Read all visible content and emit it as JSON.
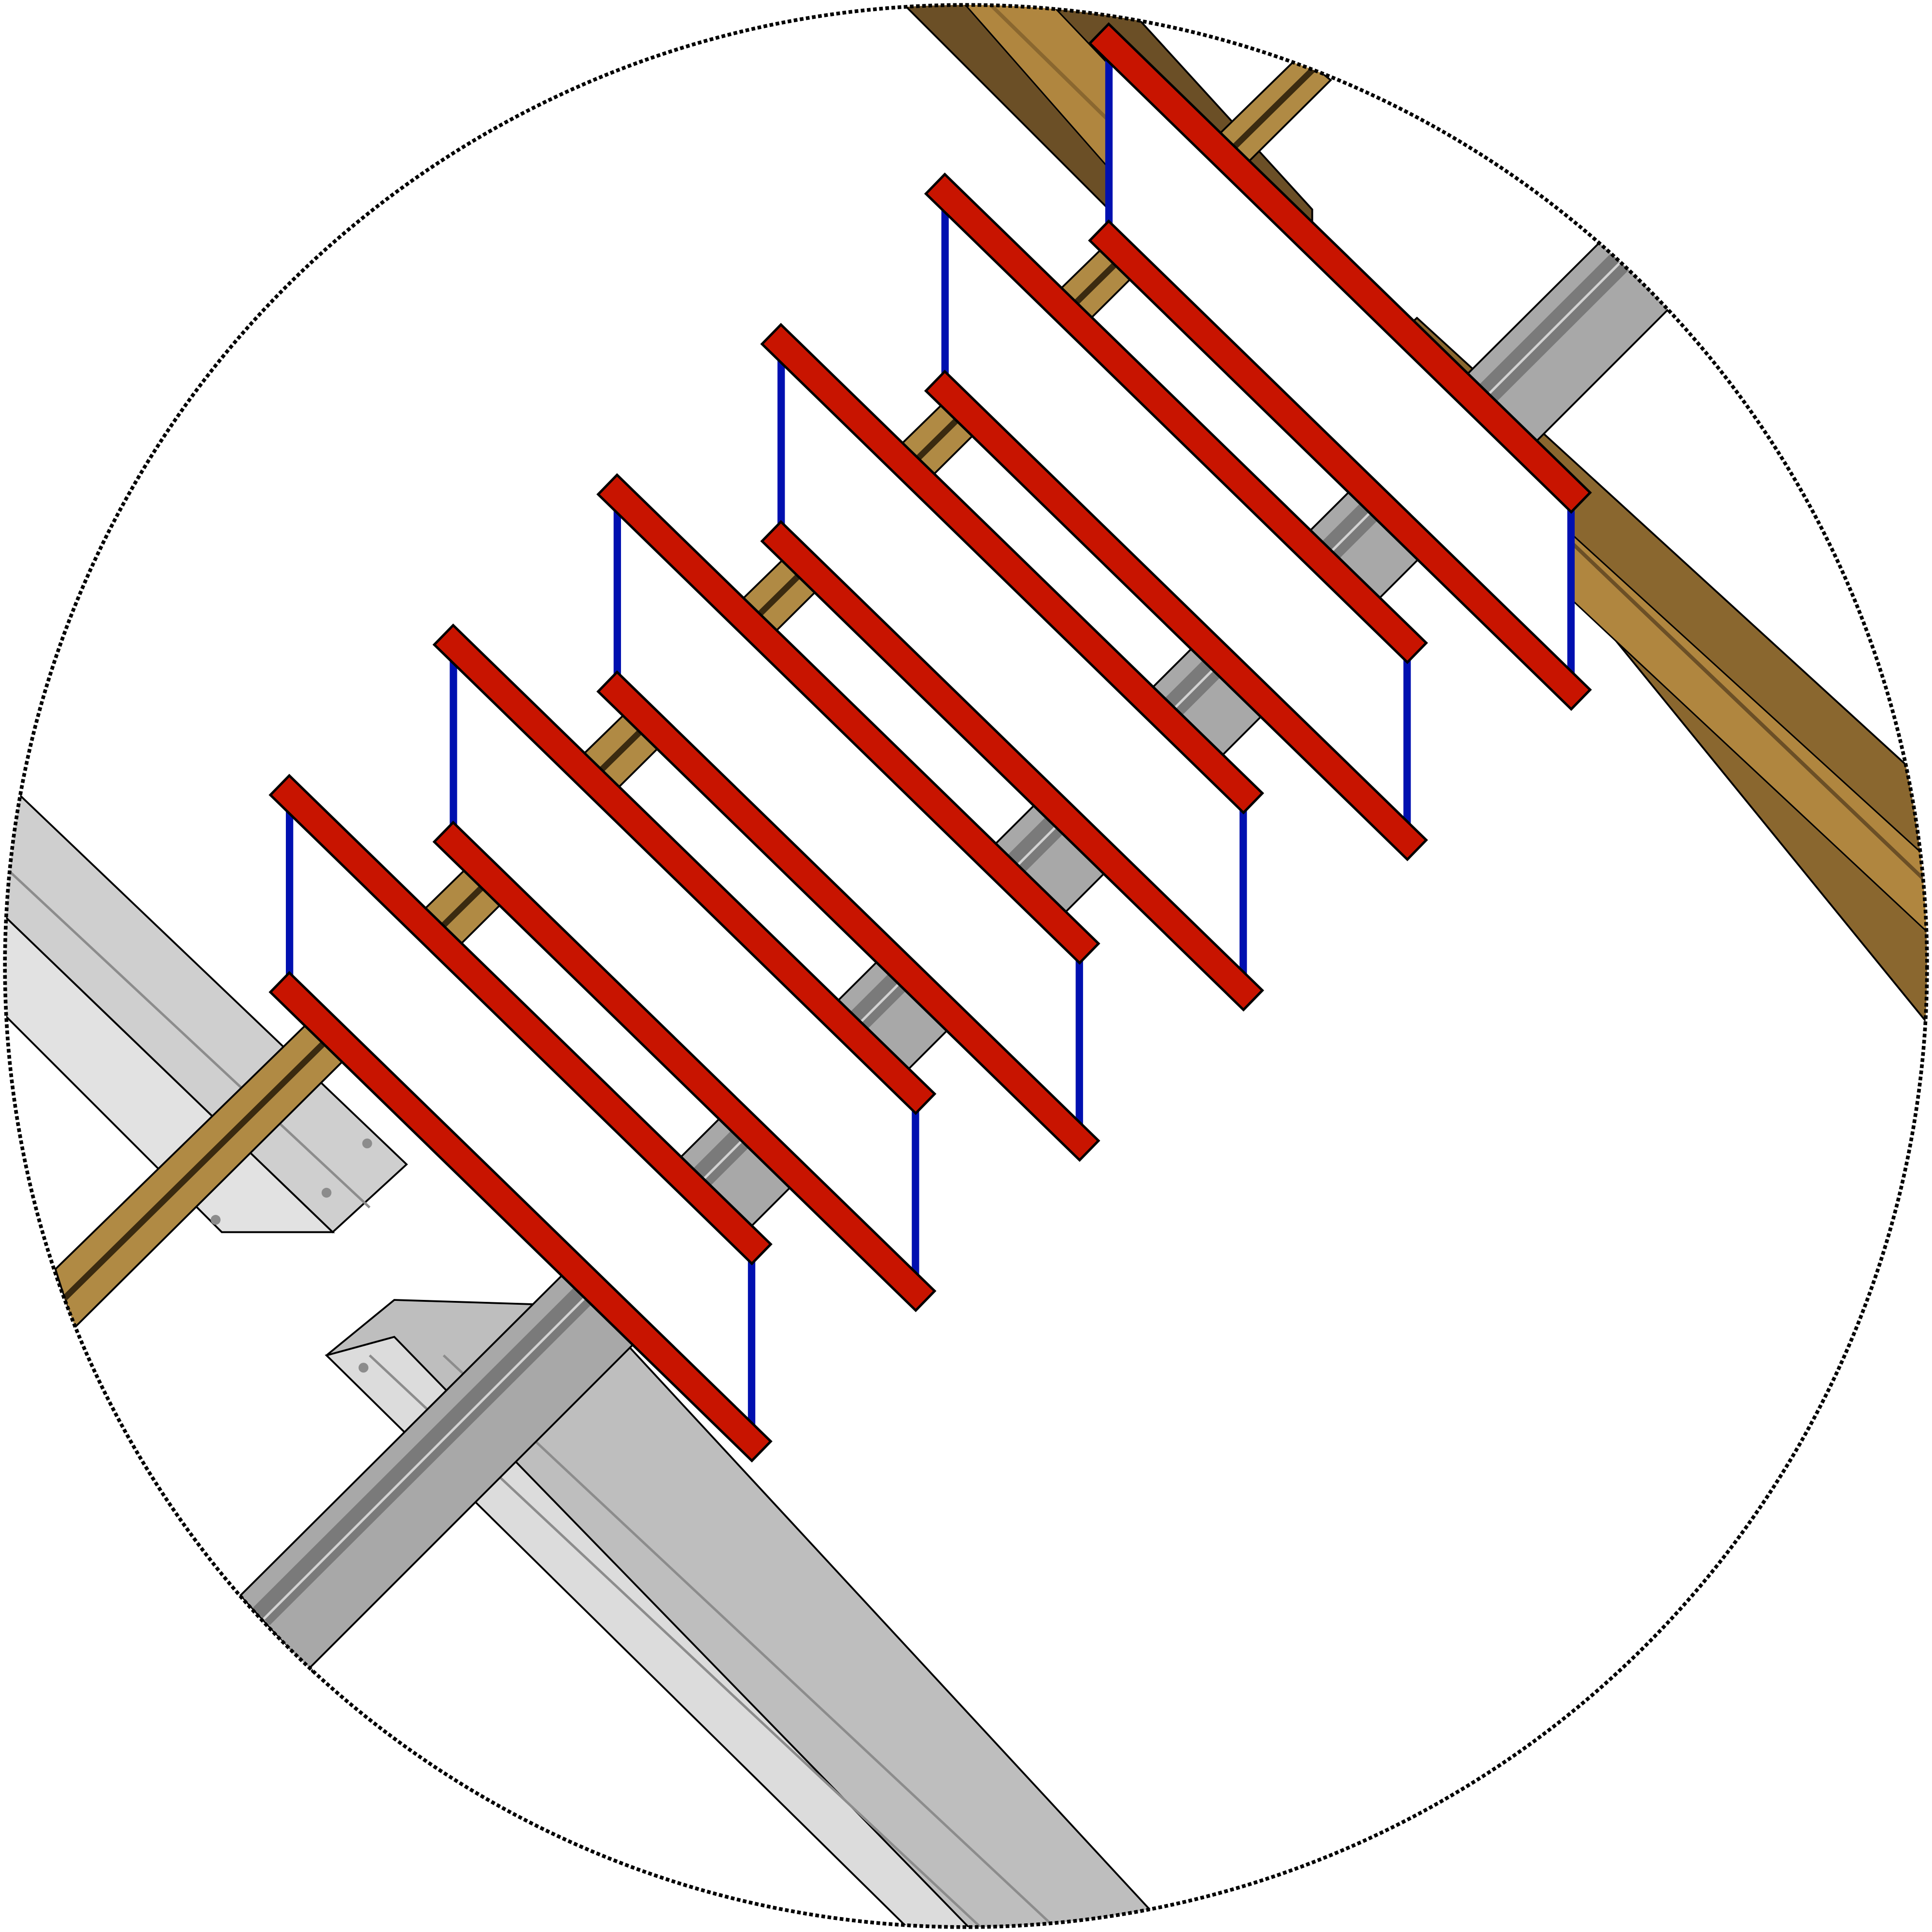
{
  "figure": {
    "kind": "isometric stair detail (circular callout)",
    "text_labels": []
  },
  "colors": {
    "background": "#ffffff",
    "outline": "#000000",
    "stringer_red": "#c81400",
    "stringer_blue": "#0010b0",
    "tread_white": "#ffffff",
    "rope_light": "#b08a44",
    "rope_dark": "#3a2a10",
    "beam_wood_light": "#b0863f",
    "beam_wood_dark": "#6b4f26",
    "beam_wood_mid": "#8a672f",
    "steel_light": "#dcdcdc",
    "steel_mid": "#bebebe",
    "steel_dark": "#8c8c8c",
    "rail_light": "#b4b4b4",
    "rail_dark": "#7a7a7a"
  },
  "components": {
    "step_count": 6,
    "rungs_per_step": 2,
    "ropes": 1,
    "wood_beams": 2,
    "steel_beams": 2,
    "steel_rails": 1
  }
}
